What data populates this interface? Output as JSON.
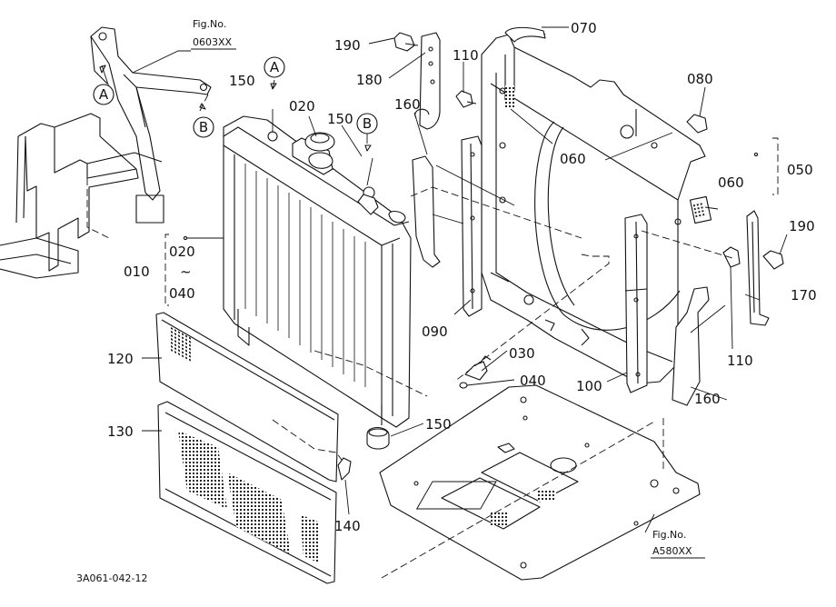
{
  "doc_code": "3A061-042-12",
  "fig_refs": [
    {
      "label": "Fig.No.",
      "code": "0603XX"
    },
    {
      "label": "Fig.No.",
      "code": "A580XX"
    }
  ],
  "callouts": [
    "A",
    "A",
    "B",
    "B"
  ],
  "parts": {
    "p010": "010",
    "p020": "020",
    "p020_range_start": "020",
    "range_tilde": "~",
    "p040_range_end": "040",
    "p030": "030",
    "p040": "040",
    "p050": "050",
    "p060a": "060",
    "p060b": "060",
    "p070": "070",
    "p080": "080",
    "p090": "090",
    "p100": "100",
    "p110a": "110",
    "p110b": "110",
    "p120": "120",
    "p130": "130",
    "p140": "140",
    "p150a": "150",
    "p150b": "150",
    "p150c": "150",
    "p160a": "160",
    "p160b": "160",
    "p170": "170",
    "p180": "180",
    "p190a": "190",
    "p190b": "190"
  }
}
